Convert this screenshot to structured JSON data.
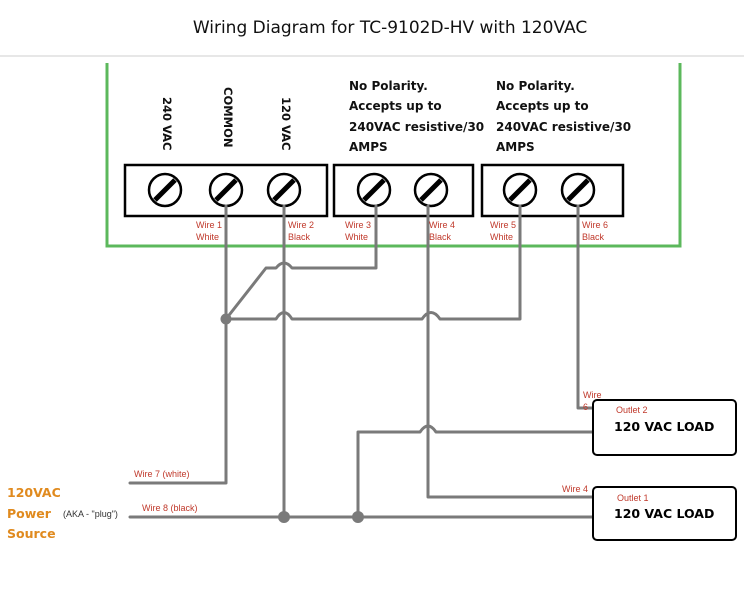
{
  "title": "Wiring Diagram for TC-9102D-HV with 120VAC",
  "colors": {
    "panel_border": "#5cb85c",
    "wire": "#7a7a7a",
    "label_red": "#c0392b",
    "power_label": "#e08a1e",
    "terminal": "#000000"
  },
  "terminal_labels": {
    "t240": "240 VAC",
    "common": "COMMON",
    "t120": "120 VAC"
  },
  "no_polarity": {
    "line1": "No Polarity.",
    "line2": "Accepts up to",
    "line3": "240VAC resistive/30",
    "line4": "AMPS"
  },
  "wires": {
    "w1": {
      "name": "Wire 1",
      "color": "White"
    },
    "w2": {
      "name": "Wire 2",
      "color": "Black"
    },
    "w3": {
      "name": "Wire 3",
      "color": "White"
    },
    "w4": {
      "name": "Wire 4",
      "color": "Black"
    },
    "w5": {
      "name": "Wire 5",
      "color": "White"
    },
    "w6": {
      "name": "Wire 6",
      "color": "Black"
    },
    "w7": "Wire 7 (white)",
    "w8": "Wire 8 (black)",
    "w6_load_line1": "Wire",
    "w6_load_line2": "6",
    "w4_load": "Wire 4"
  },
  "loads": {
    "outlet2": {
      "tag": "Outlet 2",
      "label": "120 VAC LOAD"
    },
    "outlet1": {
      "tag": "Outlet 1",
      "label": "120 VAC LOAD"
    }
  },
  "power_source": {
    "line1": "120VAC",
    "line2": "Power",
    "line3": "Source",
    "aka": "(AKA - \"plug\")"
  }
}
